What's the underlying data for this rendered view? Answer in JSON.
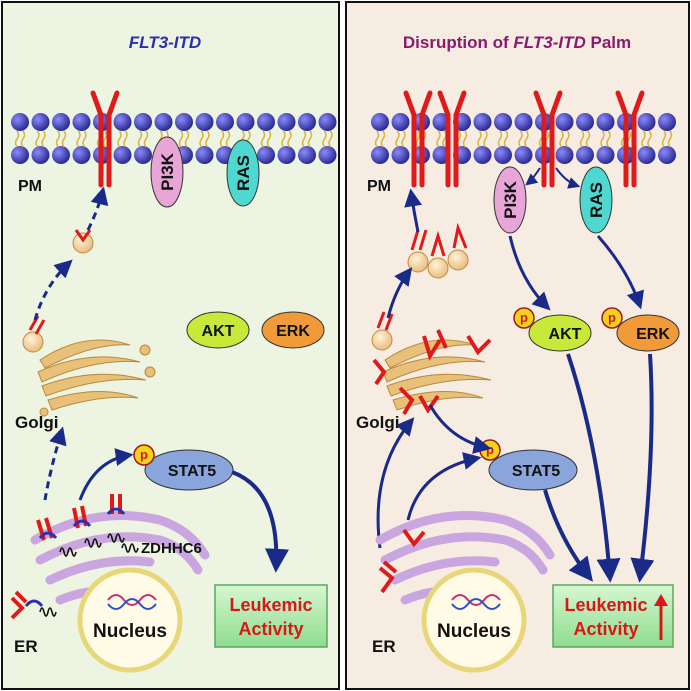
{
  "panels": {
    "left": {
      "title": "FLT3-ITD",
      "title_color": "#2b2fb0",
      "background": "#edf4e1",
      "labels": {
        "pm": "PM",
        "golgi": "Golgi",
        "er": "ER",
        "nucleus": "Nucleus",
        "zdhhc6": "ZDHHC6",
        "pi3k": "PI3K",
        "ras": "RAS",
        "akt": "AKT",
        "erk": "ERK",
        "stat5": "STAT5",
        "phospho": "p",
        "leukemic_line1": "Leukemic",
        "leukemic_line2": "Activity"
      }
    },
    "right": {
      "title_prefix": "Disruption of ",
      "title_italic": "FLT3-ITD",
      "title_suffix": " Palm",
      "title_color": "#8a1a6e",
      "background": "#f6ece2",
      "labels": {
        "pm": "PM",
        "golgi": "Golgi",
        "er": "ER",
        "nucleus": "Nucleus",
        "pi3k": "PI3K",
        "ras": "RAS",
        "akt": "AKT",
        "erk": "ERK",
        "stat5": "STAT5",
        "phospho": "p",
        "leukemic_line1": "Leukemic",
        "leukemic_line2": "Activity"
      }
    }
  },
  "colors": {
    "lipid_head": "#3a3ab8",
    "receptor": "#e01a1a",
    "arrow": "#1a2a88",
    "pi3k": "#e8a6d8",
    "ras": "#4fd8d0",
    "akt": "#c8e83a",
    "erk": "#f09a3a",
    "stat5": "#8aa4dc",
    "phospho": "#f2d21a",
    "leukemic_box": "#a8e8a8",
    "leukemic_text": "#d81818",
    "golgi": "#e8c07a",
    "er": "#c9a6e0",
    "nucleus_fill": "#fffbe6",
    "nucleus_ring": "#e8d67a"
  }
}
